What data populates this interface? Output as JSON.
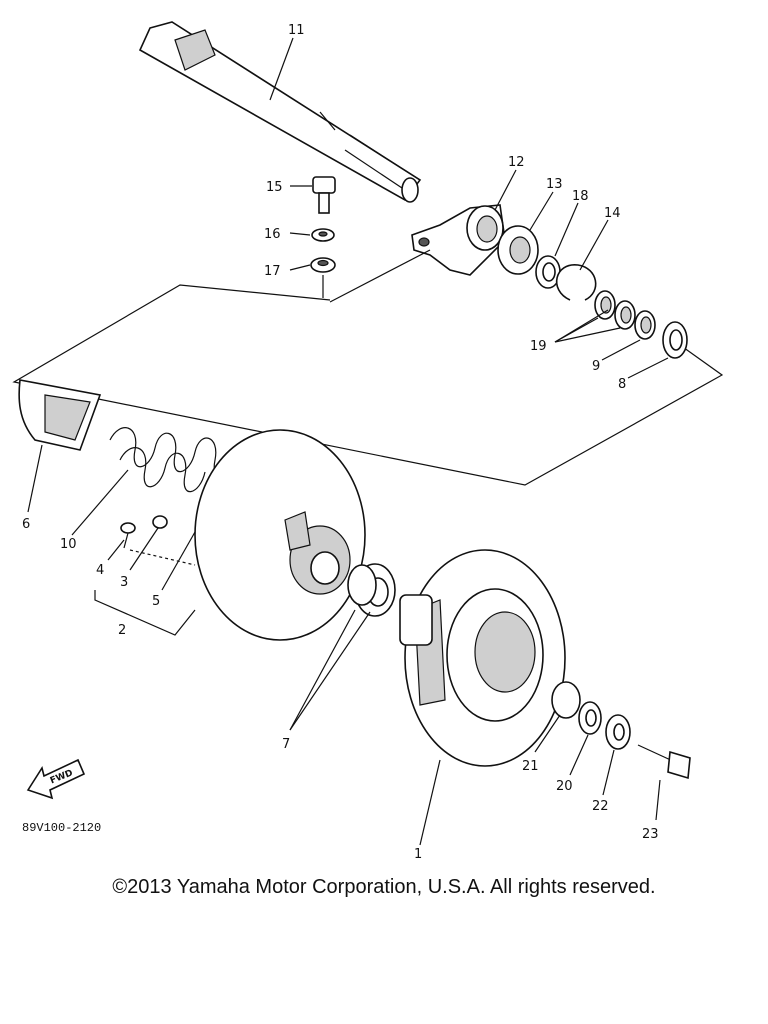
{
  "callouts": [
    "11",
    "15",
    "16",
    "17",
    "12",
    "13",
    "18",
    "14",
    "19",
    "9",
    "8",
    "6",
    "10",
    "4",
    "3",
    "5",
    "2",
    "7",
    "1",
    "21",
    "20",
    "22",
    "23"
  ],
  "fwd_label": "FWD",
  "part_number": "89V100-2120",
  "copyright": "©2013 Yamaha Motor Corporation, U.S.A. All rights reserved."
}
